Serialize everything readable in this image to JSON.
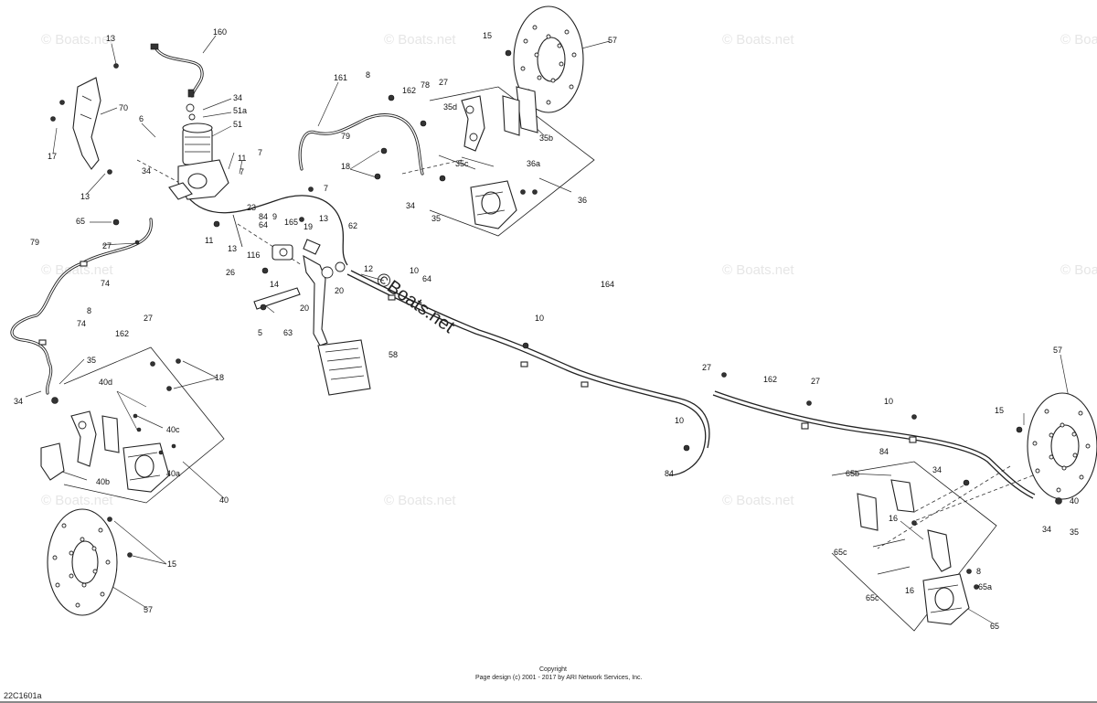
{
  "diagram": {
    "code": "22C1601a",
    "copyright_title": "Copyright",
    "page_design_credit": "Page design (c) 2001 - 2017 by ARI Network Services, Inc.",
    "watermark": "© Boats.net",
    "main_watermark": "©Boats.net",
    "callouts": [
      "13",
      "160",
      "70",
      "17",
      "13",
      "6",
      "34",
      "51a",
      "51",
      "7",
      "11",
      "7",
      "34",
      "23",
      "9",
      "84",
      "161",
      "79",
      "18",
      "8",
      "162",
      "78",
      "27",
      "35d",
      "35c",
      "34",
      "35",
      "15",
      "57",
      "35b",
      "36a",
      "36",
      "65",
      "27",
      "79",
      "74",
      "74",
      "8",
      "11",
      "13",
      "64",
      "165",
      "19",
      "13",
      "7",
      "62",
      "116",
      "26",
      "14",
      "5",
      "63",
      "20",
      "12",
      "20",
      "10",
      "64",
      "58",
      "164",
      "10",
      "162",
      "27",
      "18",
      "40d",
      "35",
      "34",
      "40c",
      "40b",
      "40a",
      "40",
      "15",
      "57",
      "27",
      "162",
      "27",
      "10",
      "10",
      "84",
      "84",
      "57",
      "15",
      "65b",
      "34",
      "40",
      "34",
      "35",
      "16",
      "65c",
      "16",
      "65c",
      "65a",
      "65",
      "8"
    ]
  }
}
